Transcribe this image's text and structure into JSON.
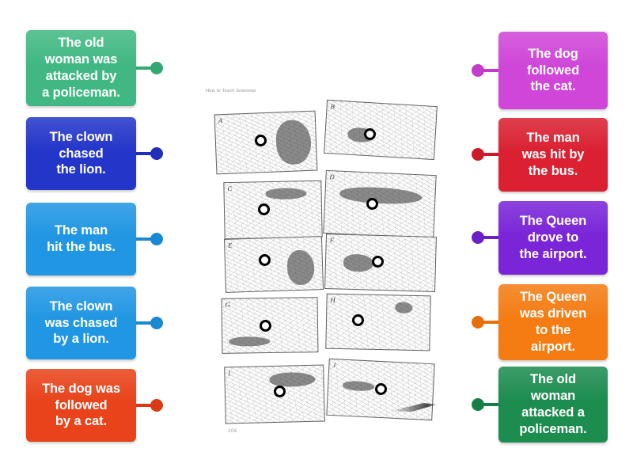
{
  "activity": {
    "type": "match-up",
    "left_cards": [
      {
        "id": "left-1",
        "text": "The old\nwoman was\nattacked by\na policeman.",
        "color": "#41b883",
        "knob_color": "#34a874",
        "lines": 4
      },
      {
        "id": "left-2",
        "text": "The clown\nchased\nthe lion.",
        "color": "#2436c9",
        "knob_color": "#1f2fba",
        "lines": 3
      },
      {
        "id": "left-3",
        "text": "The man\nhit the bus.",
        "color": "#2196e3",
        "knob_color": "#1a89d4",
        "lines": 2
      },
      {
        "id": "left-4",
        "text": "The clown\nwas chased\nby a lion.",
        "color": "#2196e3",
        "knob_color": "#1a89d4",
        "lines": 3
      },
      {
        "id": "left-5",
        "text": "The dog was\nfollowed\nby a cat.",
        "color": "#e8431a",
        "knob_color": "#d93a13",
        "lines": 3
      }
    ],
    "right_cards": [
      {
        "id": "right-1",
        "text": "The dog\nfollowed\nthe cat.",
        "color": "#cf46d8",
        "knob_color": "#c23ccb",
        "lines": 3
      },
      {
        "id": "right-2",
        "text": "The man\nwas hit by\nthe bus.",
        "color": "#da2031",
        "knob_color": "#cb1a2a",
        "lines": 3
      },
      {
        "id": "right-3",
        "text": "The Queen\ndrove to\nthe airport.",
        "color": "#7a25d8",
        "knob_color": "#6c1ec9",
        "lines": 3
      },
      {
        "id": "right-4",
        "text": "The Queen\nwas driven\nto the\nairport.",
        "color": "#f47c12",
        "knob_color": "#e5700b",
        "lines": 4
      },
      {
        "id": "right-5",
        "text": "The old\nwoman\nattacked a\npoliceman.",
        "color": "#1c8c4f",
        "knob_color": "#157f45",
        "lines": 4
      }
    ]
  },
  "scan": {
    "header_title": "How to Teach Grammar",
    "page_number": "106",
    "panels": [
      {
        "label": "A"
      },
      {
        "label": "B"
      },
      {
        "label": "C"
      },
      {
        "label": "D"
      },
      {
        "label": "E"
      },
      {
        "label": "F"
      },
      {
        "label": "G"
      },
      {
        "label": "H"
      },
      {
        "label": "I"
      },
      {
        "label": "J"
      }
    ]
  },
  "colors": {
    "background": "#ffffff",
    "card_text": "#ffffff",
    "marker_outline": "#000000"
  }
}
